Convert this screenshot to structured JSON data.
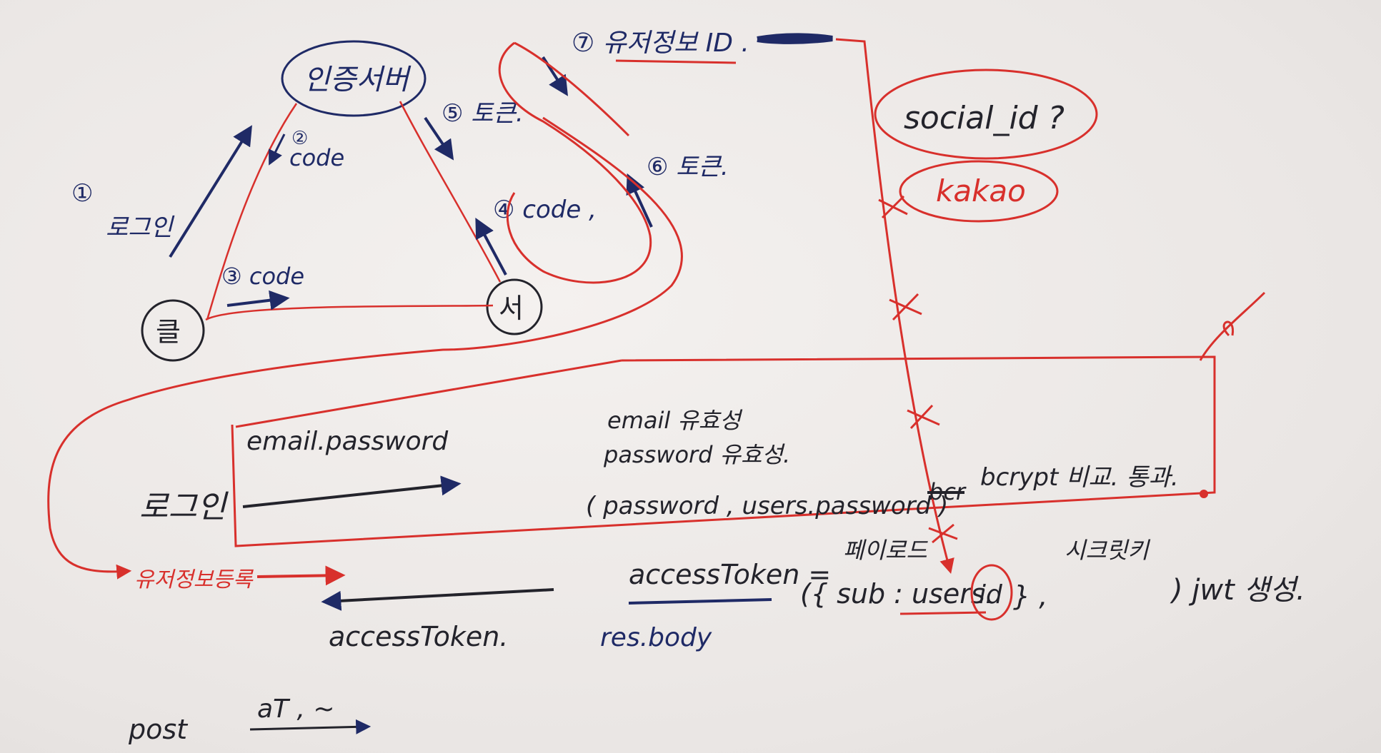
{
  "colors": {
    "blue_ink": "#1f2a66",
    "black_ink": "#23232b",
    "red_ink": "#d8302c",
    "paper": "#efeceb"
  },
  "top_diagram": {
    "auth_server": "인증서버",
    "client": "클",
    "server": "서",
    "step1_num": "①",
    "step1_label": "로그인",
    "step2": "②",
    "step2_code": "code",
    "step3": "③ code",
    "step4": "④ code ,",
    "step5": "⑤ 토큰.",
    "step6": "⑥ 토큰.",
    "step7": "⑦ 유저정보 ID ."
  },
  "social": {
    "question": "social_id ?",
    "kakao": "kakao"
  },
  "login_flow": {
    "login": "로그인",
    "email_password": "email.password",
    "email_validity": "email 유효성",
    "password_validity": "password 유효성.",
    "compare": "( password , users.password )",
    "strikeout": "bcr",
    "bcrypt": "bcrypt 비교. 통과.",
    "register": "유저정보등록",
    "access_token": "accessToken.",
    "access_token_eq": "accessToken =",
    "res_body": "res.body",
    "payload_label": "페이로드",
    "secret_label": "시크릿키",
    "sub_open": "({ sub : users.",
    "id": "id",
    "sub_close": "} ,",
    "jwt": ") jwt 생성.",
    "post": "post",
    "at": "aT , ~"
  }
}
